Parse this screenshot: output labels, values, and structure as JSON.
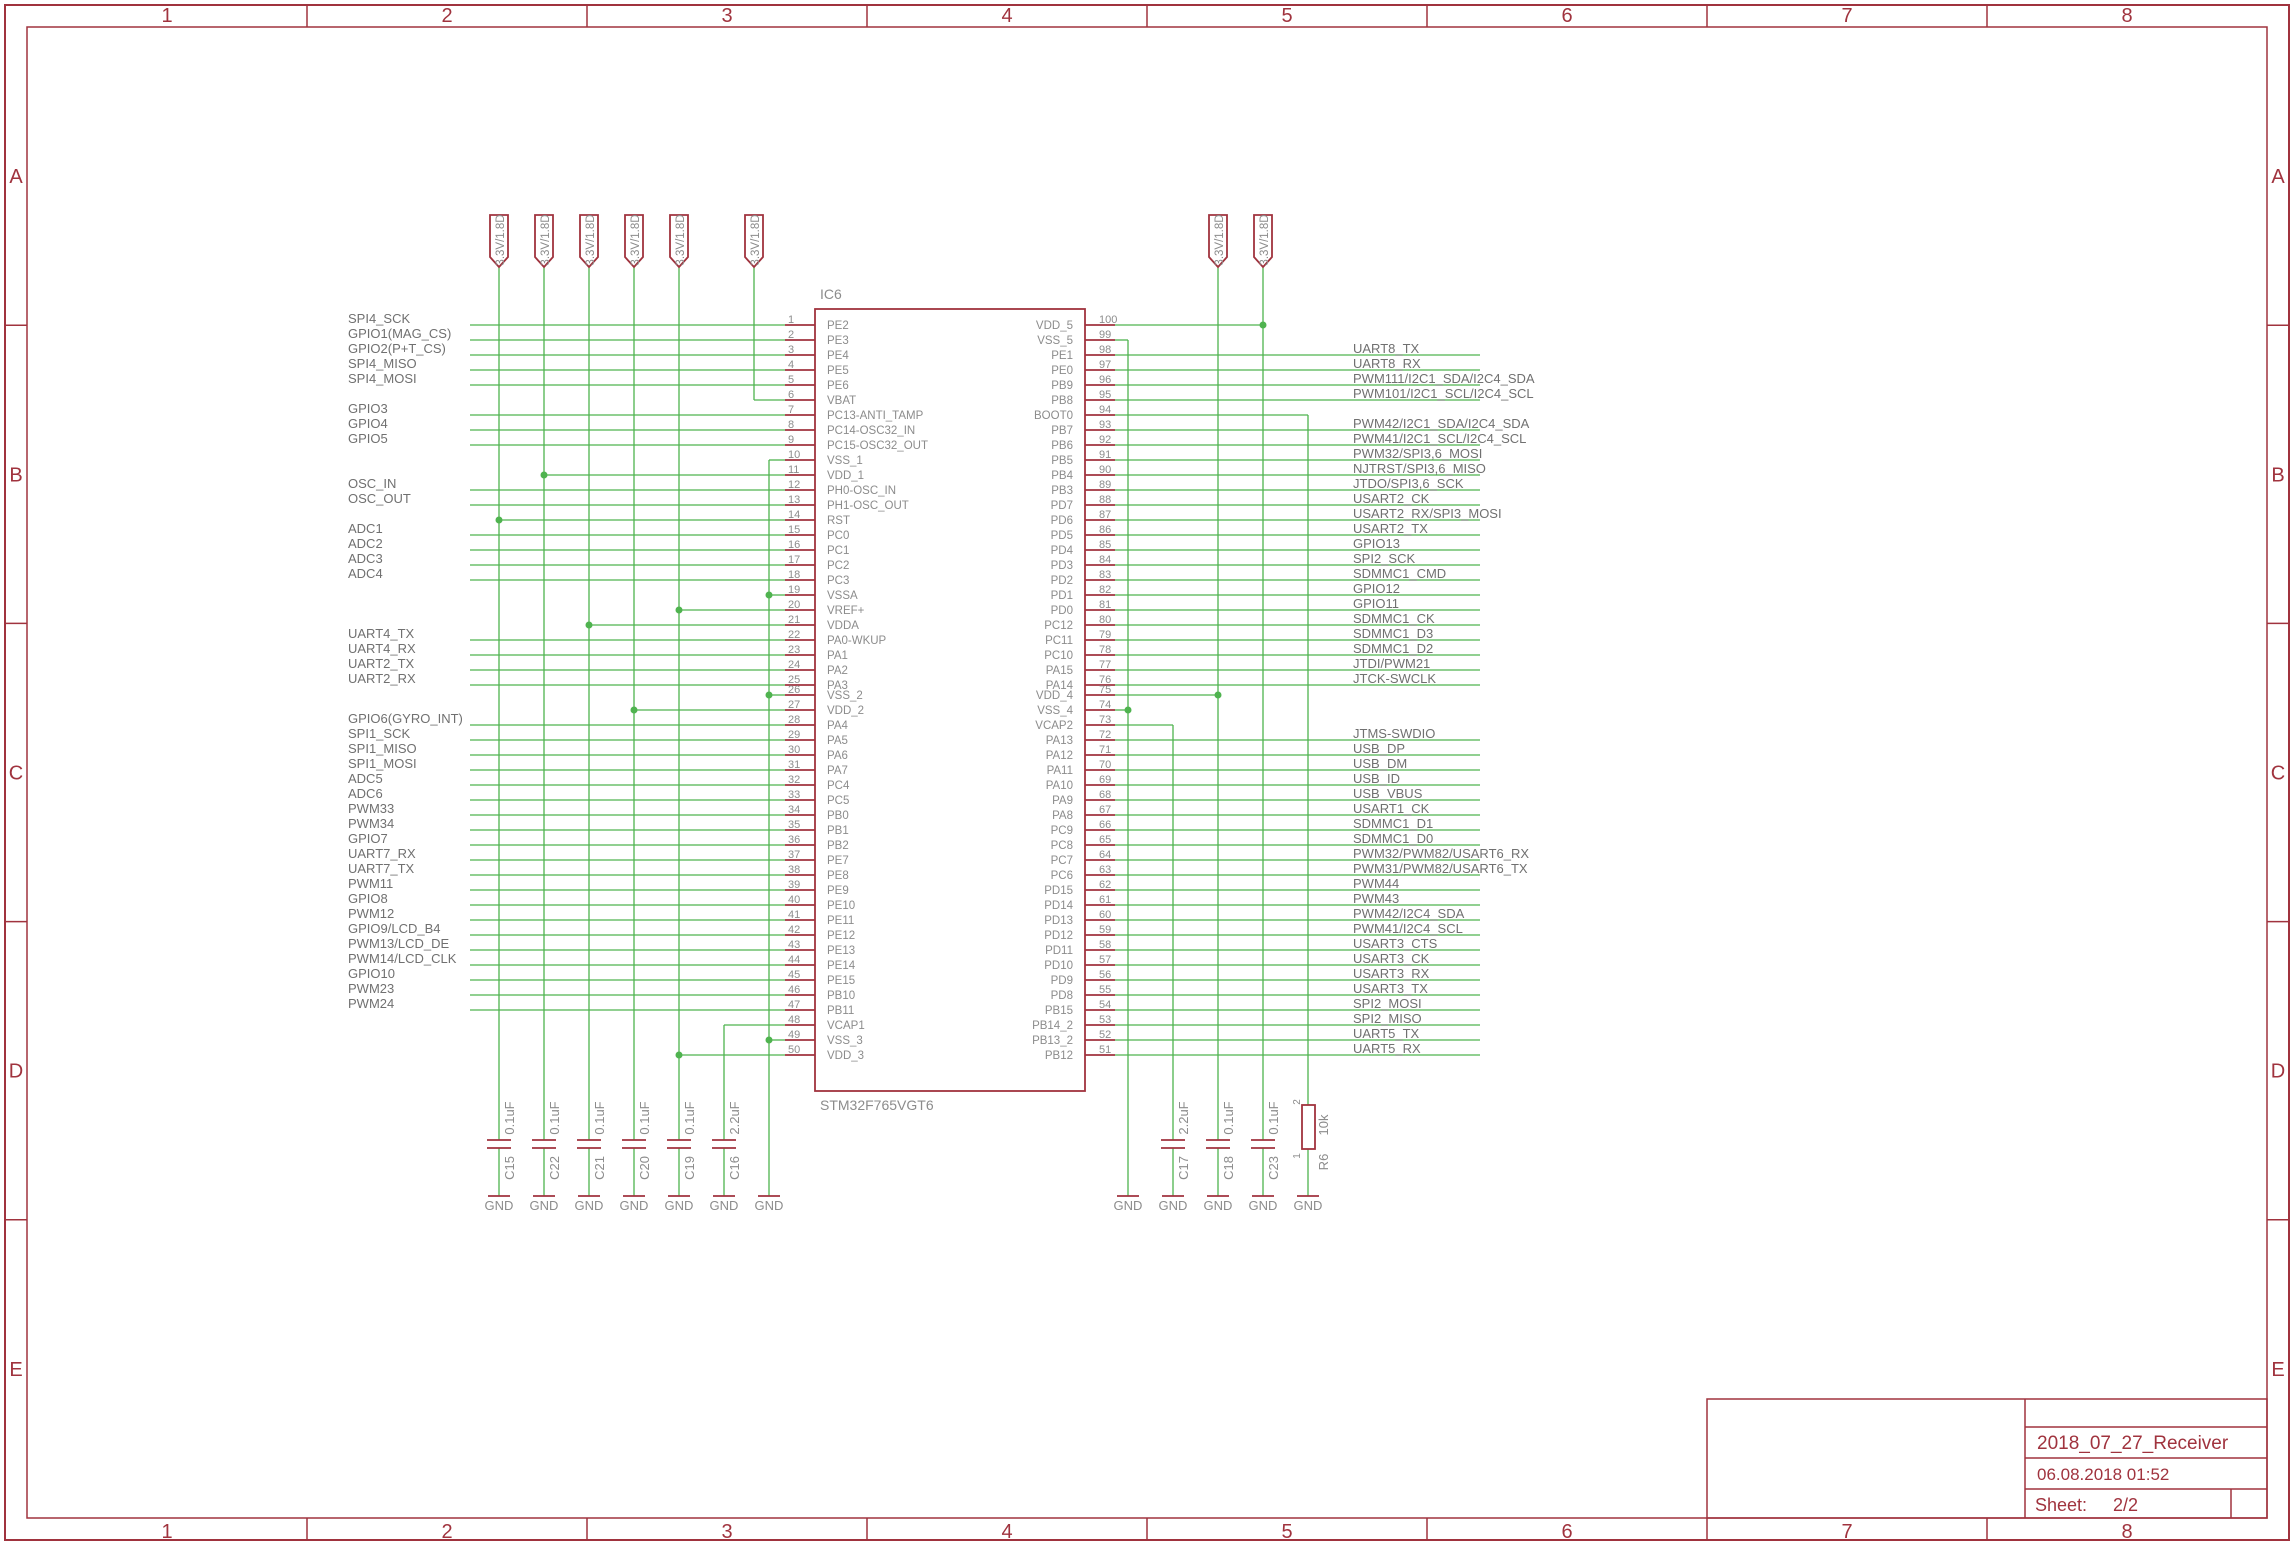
{
  "frame": {
    "columns": [
      "1",
      "2",
      "3",
      "4",
      "5",
      "6",
      "7",
      "8"
    ],
    "rows": [
      "A",
      "B",
      "C",
      "D",
      "E"
    ]
  },
  "ic": {
    "ref": "IC6",
    "value": "STM32F765VGT6",
    "left_pins": [
      {
        "num": "1",
        "name": "PE2",
        "net": "SPI4_SCK"
      },
      {
        "num": "2",
        "name": "PE3",
        "net": "GPIO1(MAG_CS)"
      },
      {
        "num": "3",
        "name": "PE4",
        "net": "GPIO2(P+T_CS)"
      },
      {
        "num": "4",
        "name": "PE5",
        "net": "SPI4_MISO"
      },
      {
        "num": "5",
        "name": "PE6",
        "net": "SPI4_MOSI"
      },
      {
        "num": "6",
        "name": "VBAT",
        "net": ""
      },
      {
        "num": "7",
        "name": "PC13-ANTI_TAMP",
        "net": "GPIO3"
      },
      {
        "num": "8",
        "name": "PC14-OSC32_IN",
        "net": "GPIO4"
      },
      {
        "num": "9",
        "name": "PC15-OSC32_OUT",
        "net": "GPIO5"
      },
      {
        "num": "10",
        "name": "VSS_1",
        "net": ""
      },
      {
        "num": "11",
        "name": "VDD_1",
        "net": ""
      },
      {
        "num": "12",
        "name": "PH0-OSC_IN",
        "net": "OSC_IN"
      },
      {
        "num": "13",
        "name": "PH1-OSC_OUT",
        "net": "OSC_OUT"
      },
      {
        "num": "14",
        "name": "RST",
        "net": ""
      },
      {
        "num": "15",
        "name": "PC0",
        "net": "ADC1"
      },
      {
        "num": "16",
        "name": "PC1",
        "net": "ADC2"
      },
      {
        "num": "17",
        "name": "PC2",
        "net": "ADC3"
      },
      {
        "num": "18",
        "name": "PC3",
        "net": "ADC4"
      },
      {
        "num": "19",
        "name": "VSSA",
        "net": ""
      },
      {
        "num": "20",
        "name": "VREF+",
        "net": ""
      },
      {
        "num": "21",
        "name": "VDDA",
        "net": ""
      },
      {
        "num": "22",
        "name": "PA0-WKUP",
        "net": "UART4_TX"
      },
      {
        "num": "23",
        "name": "PA1",
        "net": "UART4_RX"
      },
      {
        "num": "24",
        "name": "PA2",
        "net": "UART2_TX"
      },
      {
        "num": "25",
        "name": "PA3",
        "net": "UART2_RX"
      },
      {
        "num": "26",
        "name": "VSS_2",
        "net": ""
      },
      {
        "num": "27",
        "name": "VDD_2",
        "net": ""
      },
      {
        "num": "28",
        "name": "PA4",
        "net": "GPIO6(GYRO_INT)"
      },
      {
        "num": "29",
        "name": "PA5",
        "net": "SPI1_SCK"
      },
      {
        "num": "30",
        "name": "PA6",
        "net": "SPI1_MISO"
      },
      {
        "num": "31",
        "name": "PA7",
        "net": "SPI1_MOSI"
      },
      {
        "num": "32",
        "name": "PC4",
        "net": "ADC5"
      },
      {
        "num": "33",
        "name": "PC5",
        "net": "ADC6"
      },
      {
        "num": "34",
        "name": "PB0",
        "net": "PWM33"
      },
      {
        "num": "35",
        "name": "PB1",
        "net": "PWM34"
      },
      {
        "num": "36",
        "name": "PB2",
        "net": "GPIO7"
      },
      {
        "num": "37",
        "name": "PE7",
        "net": "UART7_RX"
      },
      {
        "num": "38",
        "name": "PE8",
        "net": "UART7_TX"
      },
      {
        "num": "39",
        "name": "PE9",
        "net": "PWM11"
      },
      {
        "num": "40",
        "name": "PE10",
        "net": "GPIO8"
      },
      {
        "num": "41",
        "name": "PE11",
        "net": "PWM12"
      },
      {
        "num": "42",
        "name": "PE12",
        "net": "GPIO9/LCD_B4"
      },
      {
        "num": "43",
        "name": "PE13",
        "net": "PWM13/LCD_DE"
      },
      {
        "num": "44",
        "name": "PE14",
        "net": "PWM14/LCD_CLK"
      },
      {
        "num": "45",
        "name": "PE15",
        "net": "GPIO10"
      },
      {
        "num": "46",
        "name": "PB10",
        "net": "PWM23"
      },
      {
        "num": "47",
        "name": "PB11",
        "net": "PWM24"
      },
      {
        "num": "48",
        "name": "VCAP1",
        "net": ""
      },
      {
        "num": "49",
        "name": "VSS_3",
        "net": ""
      },
      {
        "num": "50",
        "name": "VDD_3",
        "net": ""
      }
    ],
    "right_pins": [
      {
        "num": "100",
        "name": "VDD_5",
        "net": ""
      },
      {
        "num": "99",
        "name": "VSS_5",
        "net": ""
      },
      {
        "num": "98",
        "name": "PE1",
        "net": "UART8_TX"
      },
      {
        "num": "97",
        "name": "PE0",
        "net": "UART8_RX"
      },
      {
        "num": "96",
        "name": "PB9",
        "net": "PWM111/I2C1_SDA/I2C4_SDA"
      },
      {
        "num": "95",
        "name": "PB8",
        "net": "PWM101/I2C1_SCL/I2C4_SCL"
      },
      {
        "num": "94",
        "name": "BOOT0",
        "net": ""
      },
      {
        "num": "93",
        "name": "PB7",
        "net": "PWM42/I2C1_SDA/I2C4_SDA"
      },
      {
        "num": "92",
        "name": "PB6",
        "net": "PWM41/I2C1_SCL/I2C4_SCL"
      },
      {
        "num": "91",
        "name": "PB5",
        "net": "PWM32/SPI3,6_MOSI"
      },
      {
        "num": "90",
        "name": "PB4",
        "net": "NJTRST/SPI3,6_MISO"
      },
      {
        "num": "89",
        "name": "PB3",
        "net": "JTDO/SPI3,6_SCK"
      },
      {
        "num": "88",
        "name": "PD7",
        "net": "USART2_CK"
      },
      {
        "num": "87",
        "name": "PD6",
        "net": "USART2_RX/SPI3_MOSI"
      },
      {
        "num": "86",
        "name": "PD5",
        "net": "USART2_TX"
      },
      {
        "num": "85",
        "name": "PD4",
        "net": "GPIO13"
      },
      {
        "num": "84",
        "name": "PD3",
        "net": "SPI2_SCK"
      },
      {
        "num": "83",
        "name": "PD2",
        "net": "SDMMC1_CMD"
      },
      {
        "num": "82",
        "name": "PD1",
        "net": "GPIO12"
      },
      {
        "num": "81",
        "name": "PD0",
        "net": "GPIO11"
      },
      {
        "num": "80",
        "name": "PC12",
        "net": "SDMMC1_CK"
      },
      {
        "num": "79",
        "name": "PC11",
        "net": "SDMMC1_D3"
      },
      {
        "num": "78",
        "name": "PC10",
        "net": "SDMMC1_D2"
      },
      {
        "num": "77",
        "name": "PA15",
        "net": "JTDI/PWM21"
      },
      {
        "num": "76",
        "name": "PA14",
        "net": "JTCK-SWCLK"
      },
      {
        "num": "75",
        "name": "VDD_4",
        "net": ""
      },
      {
        "num": "74",
        "name": "VSS_4",
        "net": ""
      },
      {
        "num": "73",
        "name": "VCAP2",
        "net": ""
      },
      {
        "num": "72",
        "name": "PA13",
        "net": "JTMS-SWDIO"
      },
      {
        "num": "71",
        "name": "PA12",
        "net": "USB_DP"
      },
      {
        "num": "70",
        "name": "PA11",
        "net": "USB_DM"
      },
      {
        "num": "69",
        "name": "PA10",
        "net": "USB_ID"
      },
      {
        "num": "68",
        "name": "PA9",
        "net": "USB_VBUS"
      },
      {
        "num": "67",
        "name": "PA8",
        "net": "USART1_CK"
      },
      {
        "num": "66",
        "name": "PC9",
        "net": "SDMMC1_D1"
      },
      {
        "num": "65",
        "name": "PC8",
        "net": "SDMMC1_D0"
      },
      {
        "num": "64",
        "name": "PC7",
        "net": "PWM32/PWM82/USART6_RX"
      },
      {
        "num": "63",
        "name": "PC6",
        "net": "PWM31/PWM82/USART6_TX"
      },
      {
        "num": "62",
        "name": "PD15",
        "net": "PWM44"
      },
      {
        "num": "61",
        "name": "PD14",
        "net": "PWM43"
      },
      {
        "num": "60",
        "name": "PD13",
        "net": "PWM42/I2C4_SDA"
      },
      {
        "num": "59",
        "name": "PD12",
        "net": "PWM41/I2C4_SCL"
      },
      {
        "num": "58",
        "name": "PD11",
        "net": "USART3_CTS"
      },
      {
        "num": "57",
        "name": "PD10",
        "net": "USART3_CK"
      },
      {
        "num": "56",
        "name": "PD9",
        "net": "USART3_RX"
      },
      {
        "num": "55",
        "name": "PD8",
        "net": "USART3_TX"
      },
      {
        "num": "54",
        "name": "PB15",
        "net": "SPI2_MOSI"
      },
      {
        "num": "53",
        "name": "PB14_2",
        "net": "SPI2_MISO"
      },
      {
        "num": "52",
        "name": "PB13_2",
        "net": "UART5_TX"
      },
      {
        "num": "51",
        "name": "PB12",
        "net": "UART5_RX"
      }
    ]
  },
  "power_label": "3.3V/1.8D",
  "ground_label": "GND",
  "capacitors_left": [
    {
      "ref": "C15",
      "value": "0.1uF"
    },
    {
      "ref": "C22",
      "value": "0.1uF"
    },
    {
      "ref": "C21",
      "value": "0.1uF"
    },
    {
      "ref": "C20",
      "value": "0.1uF"
    },
    {
      "ref": "C19",
      "value": "0.1uF"
    },
    {
      "ref": "C16",
      "value": "2.2uF"
    }
  ],
  "capacitors_right": [
    {
      "ref": "C17",
      "value": "2.2uF"
    },
    {
      "ref": "C18",
      "value": "0.1uF"
    },
    {
      "ref": "C23",
      "value": "0.1uF"
    }
  ],
  "resistor": {
    "ref": "R6",
    "value": "10k",
    "pin1": "1",
    "pin2": "2"
  },
  "title_block": {
    "title": "2018_07_27_Receiver",
    "date": "06.08.2018 01:52",
    "sheet_label": "Sheet:",
    "sheet_value": "2/2"
  }
}
